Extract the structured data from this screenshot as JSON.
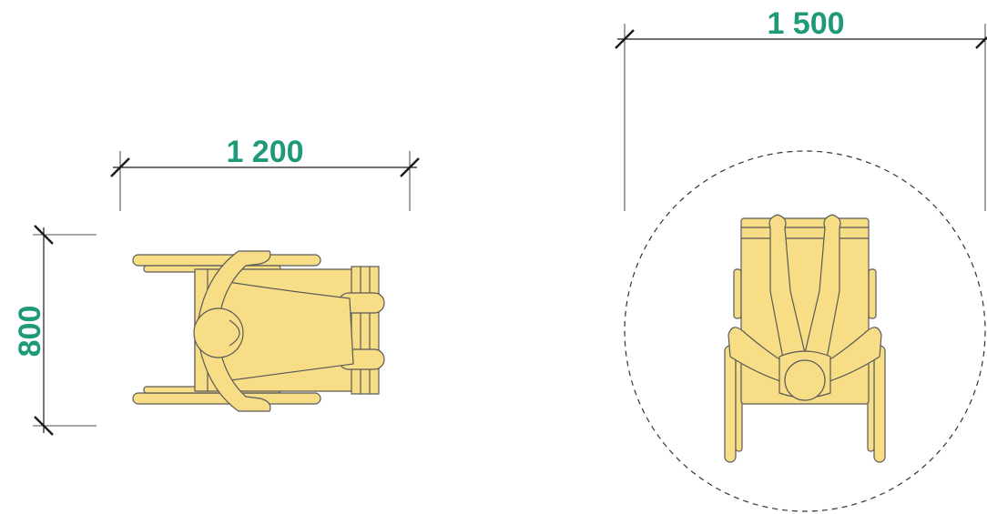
{
  "colors": {
    "dimension_text": "#1e9a78",
    "wheelchair_fill": "#f7dd86",
    "outline": "#5a5a5a",
    "dimension_line": "#1a1a1a",
    "turning_circle": "#333333"
  },
  "dimensions": {
    "width_side_view": "1 200",
    "depth_side_view": "800",
    "turning_diameter": "1 500"
  },
  "figures": {
    "left": "wheelchair-user-top-view",
    "right": "wheelchair-user-turning-circle"
  }
}
